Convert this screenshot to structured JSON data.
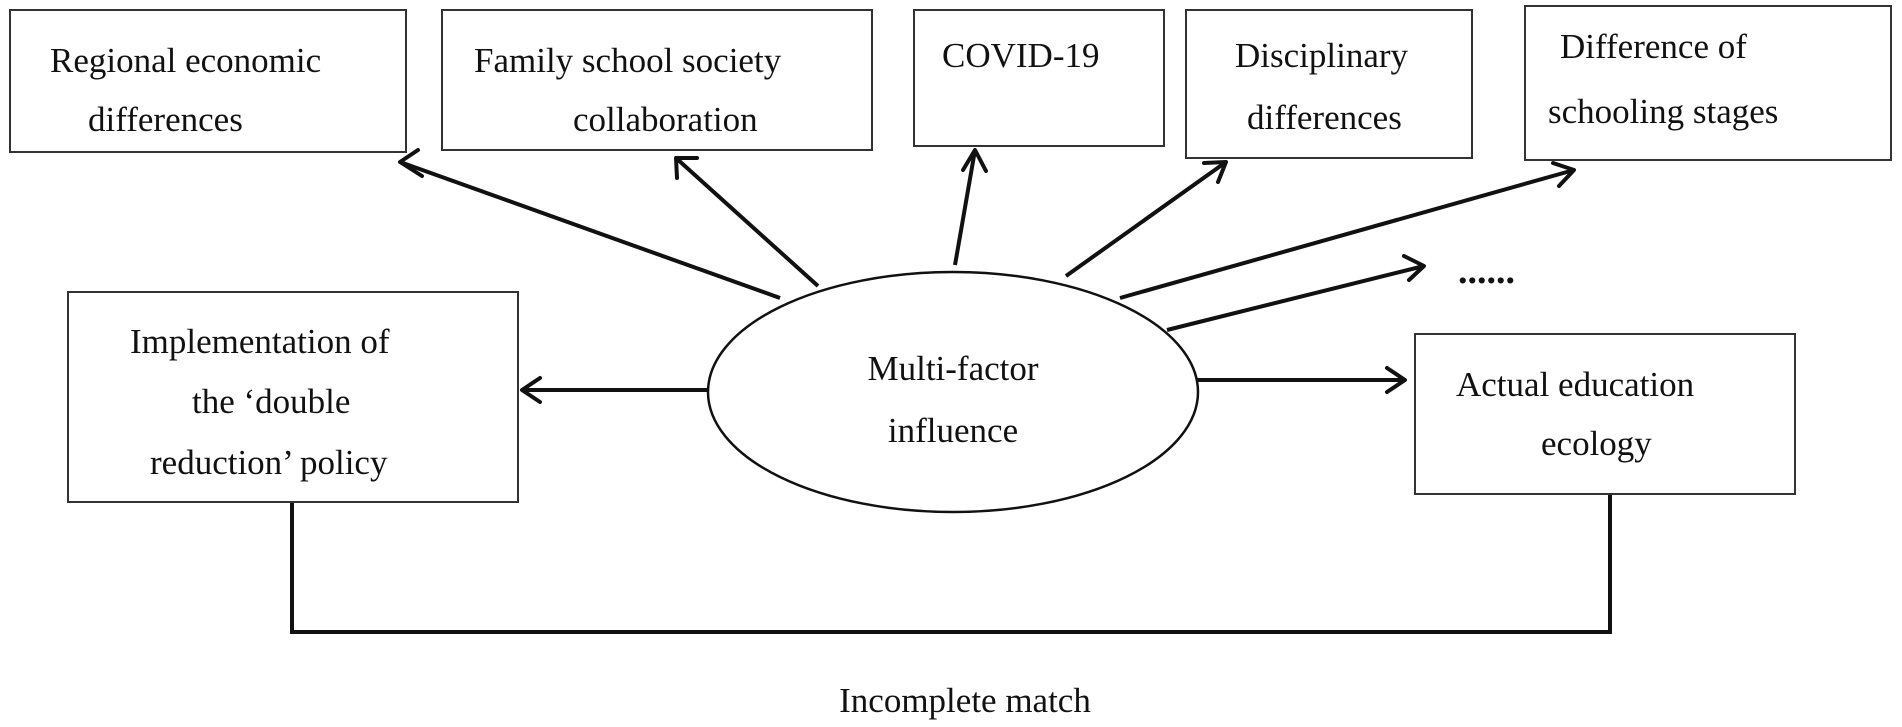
{
  "factors": [
    {
      "id": "regional",
      "lines": [
        "Regional economic",
        "differences"
      ]
    },
    {
      "id": "family",
      "lines": [
        "Family school society",
        "collaboration"
      ]
    },
    {
      "id": "covid",
      "lines": [
        "COVID-19"
      ]
    },
    {
      "id": "disciplinary",
      "lines": [
        "Disciplinary",
        "differences"
      ]
    },
    {
      "id": "stages",
      "lines": [
        "Difference of",
        "schooling stages"
      ]
    }
  ],
  "more_marker": "......",
  "center": {
    "lines": [
      "Multi-factor",
      "influence"
    ]
  },
  "left_box": {
    "lines": [
      "Implementation of",
      "the ‘double",
      "reduction’ policy"
    ]
  },
  "right_box": {
    "lines": [
      "Actual education",
      "ecology"
    ]
  },
  "bottom_label": "Incomplete match"
}
